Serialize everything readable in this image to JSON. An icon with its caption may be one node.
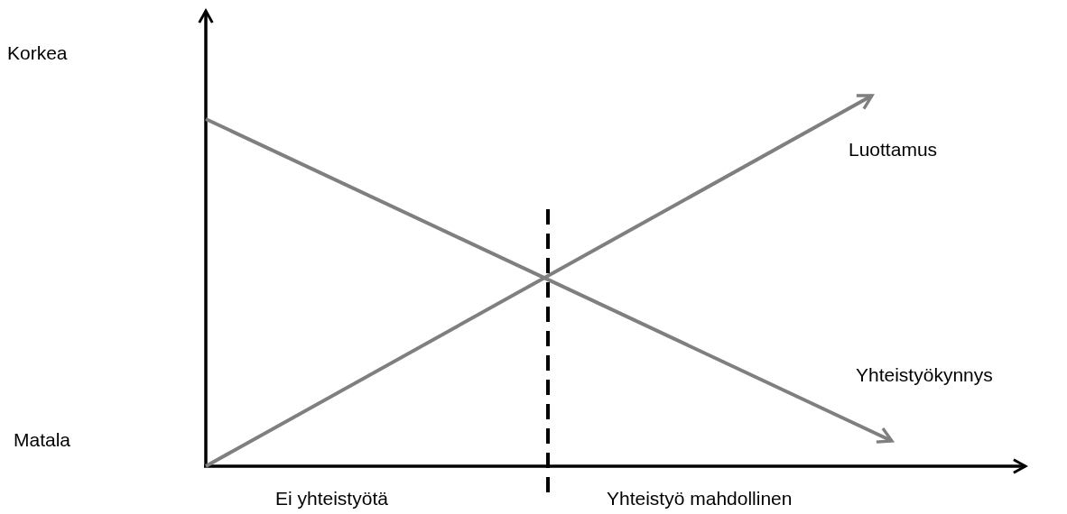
{
  "diagram": {
    "labels": [
      "Korkea",
      "Luottamus",
      "Yhteistyökynnys",
      "Matala",
      "Ei yhteistyötä",
      "Yhteistyö mahdollinen"
    ]
  }
}
